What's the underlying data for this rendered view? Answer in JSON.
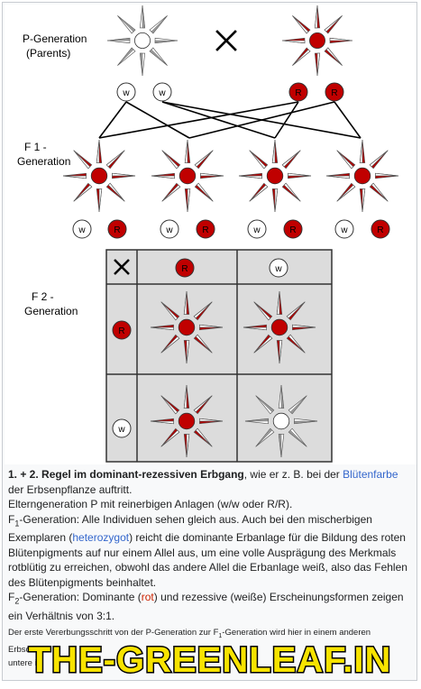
{
  "labels": {
    "p_generation": "P-Generation",
    "parents": "(Parents)",
    "f1_line1": "F 1 -",
    "f1_line2": "Generation",
    "f2_line1": "F 2 -",
    "f2_line2": "Generation",
    "cross_symbol": "✕"
  },
  "alleles": {
    "white": "w",
    "red": "R"
  },
  "colors": {
    "flower_red": "#c00000",
    "petal_red": "#b00000",
    "grid_bg": "#dcdcdc",
    "link": "#3366cc",
    "red_text": "#cc2200"
  },
  "caption": {
    "title_bold": "1. + 2. Regel im dominant-rezessiven Erbgang",
    "title_rest": ", wie er z. B. bei der ",
    "link_bluetenfarbe": "Blütenfarbe",
    "title_end": "der Erbsenpflanze auftritt.",
    "p_line": "Elterngeneration P mit reinerbigen Anlagen (w/w oder R/R).",
    "f1_prefix": "F",
    "f1_sub": "1",
    "f1_text1": "-Generation: Alle Individuen sehen gleich aus. Auch bei den mischerbigen Exemplaren (",
    "link_heterozygot": "heterozygot",
    "f1_text2": ") reicht die dominante Erbanlage für die Bildung des roten Blütenpigments auf nur einem Allel aus, um eine volle Ausprägung des Merkmals rotblütig zu erreichen, obwohl das andere Allel die Erbanlage weiß, also das Fehlen des Blütenpigments beinhaltet.",
    "f2_prefix": "F",
    "f2_sub": "2",
    "f2_text1": "-Generation: Dominante (",
    "f2_rot": "rot",
    "f2_text2": ") und rezessive (weiße) Erscheinungsformen zeigen ein Verhältnis von 3:1.",
    "small_1": "Der erste Vererbungsschritt von der P-Generation zur F",
    "small_sub": "1",
    "small_2": "-Generation wird hier in einem anderen",
    "small_3": "Erbsch",
    "small_4": "untere is"
  },
  "watermark": {
    "text": "THE-GREENLEAF.IN"
  }
}
